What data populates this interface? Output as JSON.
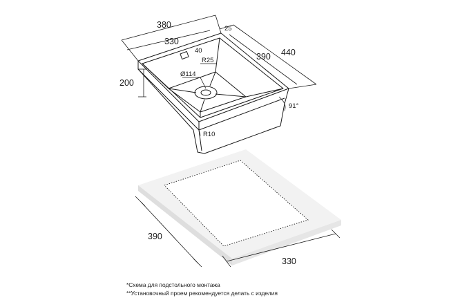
{
  "sink_dimensions": {
    "overall_width": "380",
    "inner_width": "330",
    "rim": "25",
    "overall_depth": "440",
    "inner_depth": "390",
    "height": "200",
    "drain_diameter": "Ø114",
    "drain_offset": "40",
    "corner_radius_top": "R25",
    "corner_radius_bottom": "R10",
    "wall_angle": "91°"
  },
  "cutout_dimensions": {
    "depth": "390",
    "width": "330"
  },
  "notes": [
    "*Схема для подстольного монтажа",
    "**Установочный проем рекомендуется делать с изделия"
  ],
  "colors": {
    "line": "#1a1a1a",
    "countertop_fill": "#f0f0f0",
    "countertop_edge": "#dcdcdc"
  }
}
